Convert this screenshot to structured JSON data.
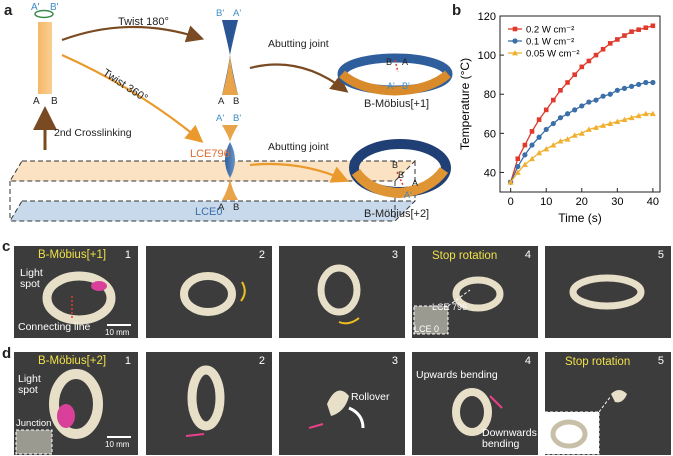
{
  "panels": {
    "a": "a",
    "b": "b",
    "c": "c",
    "d": "d"
  },
  "panel_a": {
    "strip_top_left": "A'",
    "strip_top_right": "B'",
    "strip_bottom_left": "A",
    "strip_bottom_right": "B",
    "crosslink_label": "2nd Crosslinking",
    "layer_top": "LCE796",
    "layer_bottom": "LCE0",
    "twist180": "Twist 180°",
    "twist360": "Twist 360°",
    "abutting1": "Abutting joint",
    "abutting2": "Abutting joint",
    "mobius1": "B-Möbius[+1]",
    "mobius2": "B-Möbius[+2]",
    "twisted_top_left": "B'",
    "twisted_top_right": "A'",
    "twisted2_top_left": "A'",
    "twisted2_top_right": "B'",
    "ring1_labels": [
      "B",
      "A",
      "A'",
      "B'"
    ],
    "ring2_labels": [
      "B",
      "B",
      "A",
      "A'"
    ]
  },
  "chart_data": {
    "type": "line",
    "xlabel": "Time (s)",
    "ylabel": "Temperature (°C)",
    "xlim": [
      -3,
      42
    ],
    "ylim": [
      30,
      120
    ],
    "xticks": [
      0,
      10,
      20,
      30,
      40
    ],
    "yticks": [
      40,
      60,
      80,
      100,
      120
    ],
    "legend_position": "top-left",
    "series": [
      {
        "name": "0.2 W cm⁻²",
        "color": "#e03a2e",
        "marker": "square",
        "x": [
          0,
          2,
          4,
          6,
          8,
          10,
          12,
          14,
          16,
          18,
          20,
          22,
          24,
          26,
          28,
          30,
          32,
          34,
          36,
          38,
          40
        ],
        "y": [
          35,
          47,
          54,
          61,
          67,
          72,
          77,
          82,
          86,
          90,
          94,
          97,
          100,
          103,
          106,
          108,
          110,
          112,
          113,
          114,
          115
        ]
      },
      {
        "name": "0.1 W cm⁻²",
        "color": "#3b6fa8",
        "marker": "circle",
        "x": [
          0,
          2,
          4,
          6,
          8,
          10,
          12,
          14,
          16,
          18,
          20,
          22,
          24,
          26,
          28,
          30,
          32,
          34,
          36,
          38,
          40
        ],
        "y": [
          35,
          43,
          49,
          54,
          58,
          62,
          65,
          68,
          70,
          72,
          74,
          76,
          77,
          79,
          80,
          82,
          83,
          84,
          85,
          86,
          86
        ]
      },
      {
        "name": "0.05 W cm⁻²",
        "color": "#f0b02e",
        "marker": "triangle",
        "x": [
          0,
          2,
          4,
          6,
          8,
          10,
          12,
          14,
          16,
          18,
          20,
          22,
          24,
          26,
          28,
          30,
          32,
          34,
          36,
          38,
          40
        ],
        "y": [
          35,
          40,
          44,
          47,
          50,
          52,
          54,
          56,
          57,
          59,
          60,
          62,
          63,
          64,
          65,
          66,
          67,
          68,
          69,
          70,
          70
        ]
      }
    ]
  },
  "panel_c": {
    "numbers": [
      "1",
      "2",
      "3",
      "4",
      "5"
    ],
    "title": "B-Möbius[+1]",
    "light_spot": "Light spot",
    "connecting_line": "Connecting line",
    "scale": "10 mm",
    "stop_rotation": "Stop rotation",
    "inset_top": "LCE 796",
    "inset_bottom": "LCE 0"
  },
  "panel_d": {
    "numbers": [
      "1",
      "2",
      "3",
      "4",
      "5"
    ],
    "title": "B-Möbius[+2]",
    "light_spot": "Light spot",
    "junction": "Junction",
    "scale": "10 mm",
    "rollover": "Rollover",
    "upwards": "Upwards bending",
    "downwards": "Downwards bending",
    "stop_rotation": "Stop rotation"
  }
}
